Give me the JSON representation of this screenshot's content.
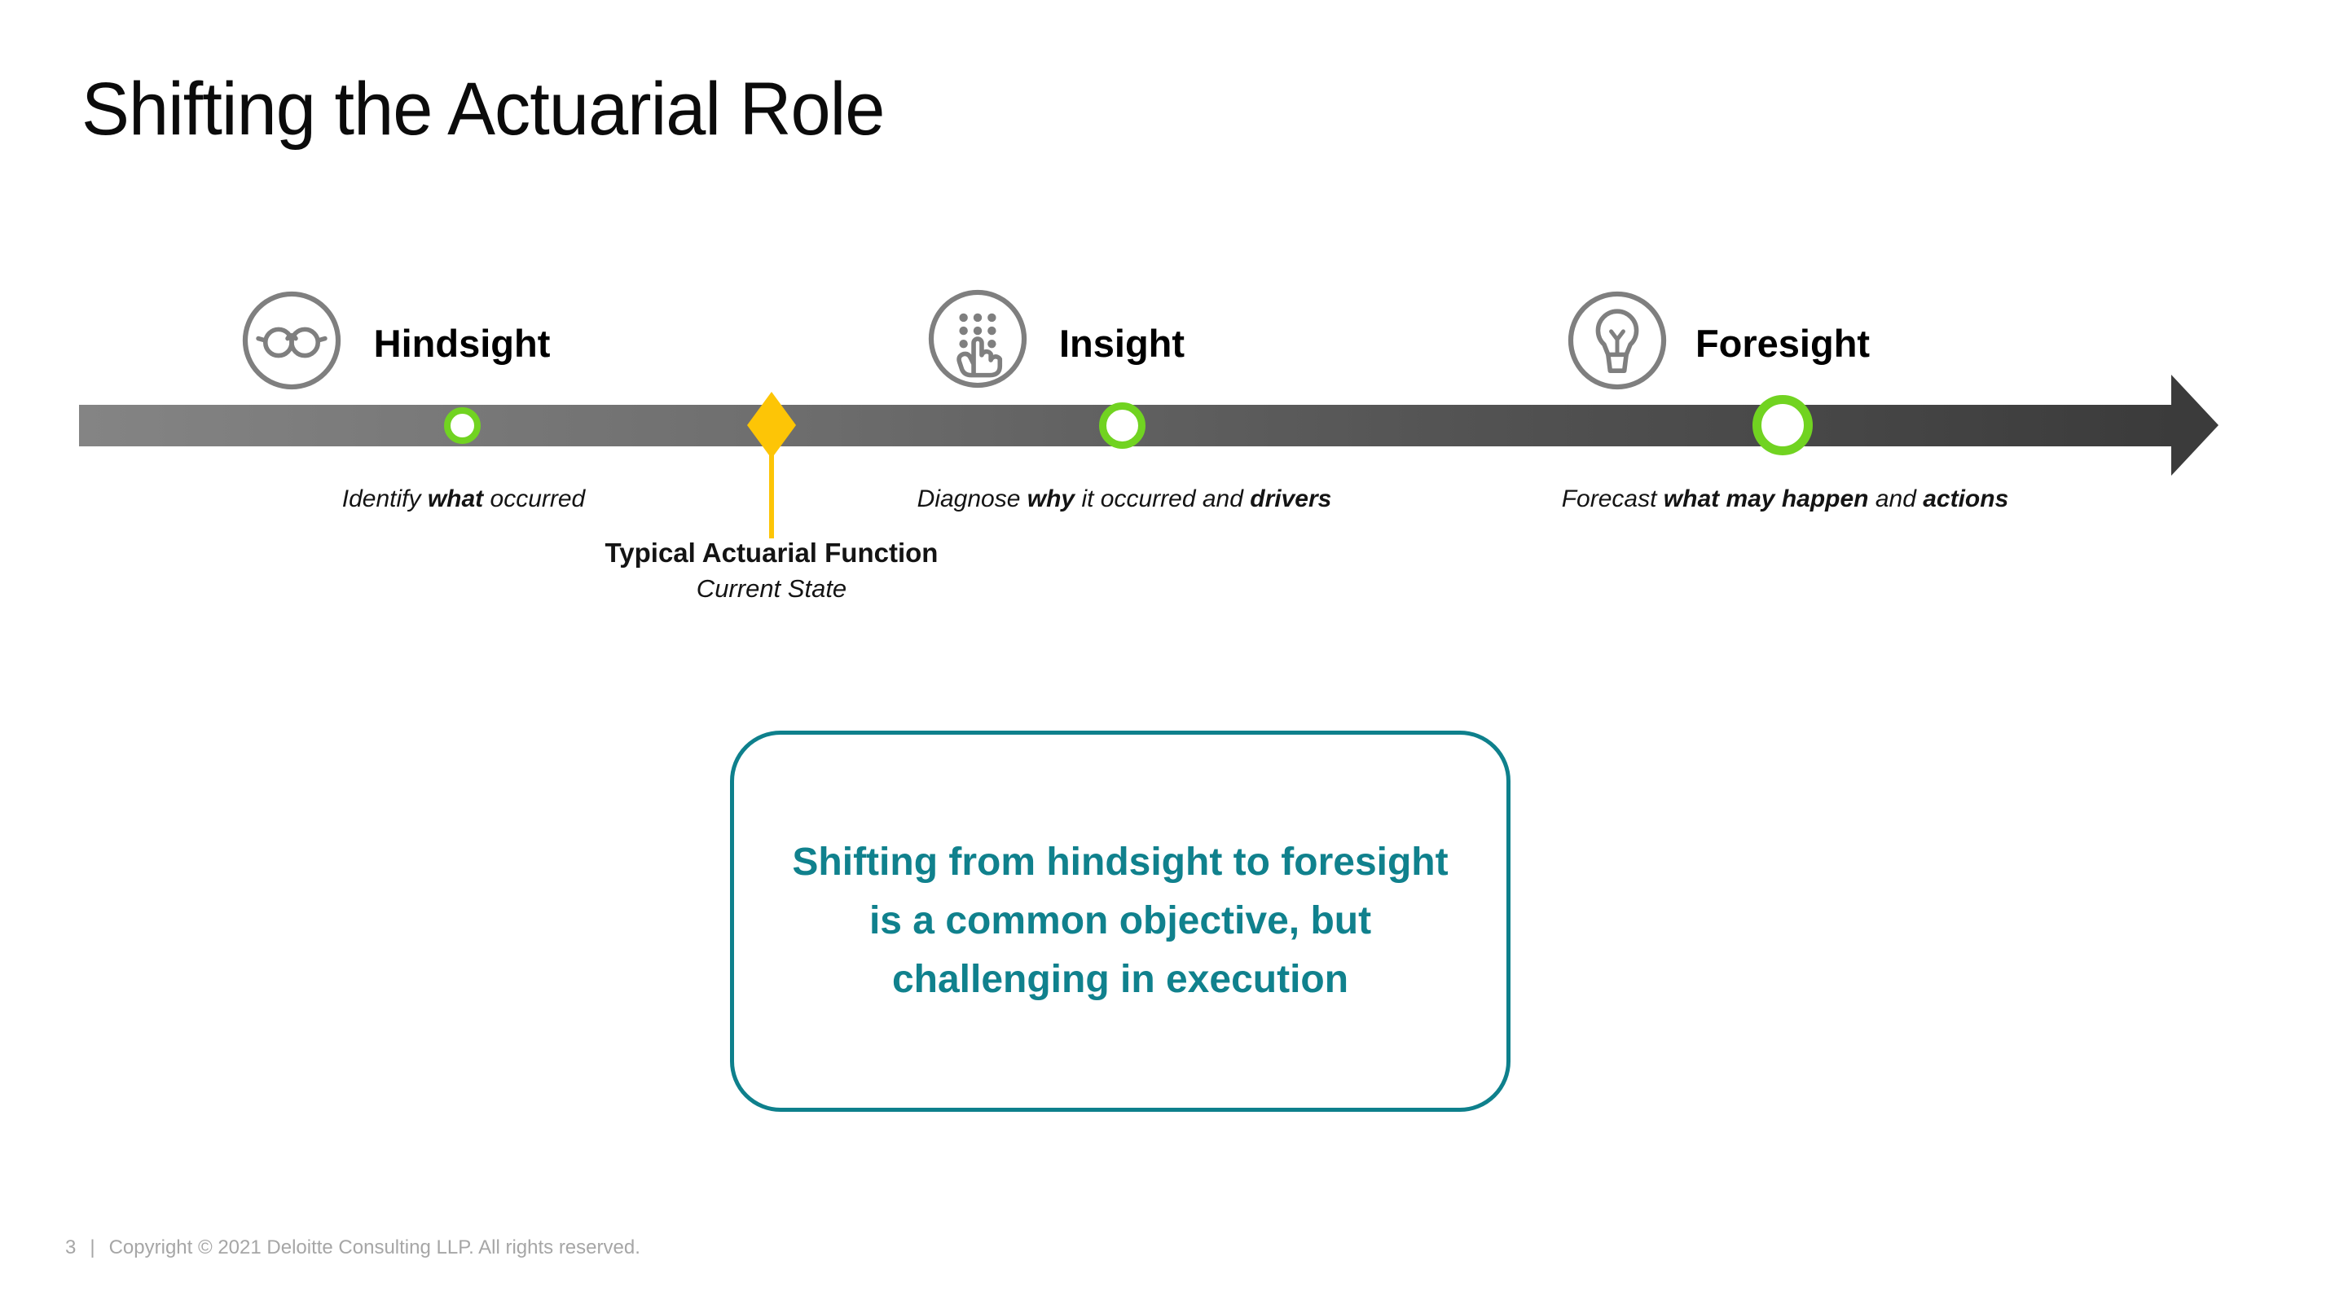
{
  "slide": {
    "title": "Shifting the Actuarial Role",
    "stages": [
      {
        "label": "Hindsight",
        "icon": "glasses-icon",
        "caption": [
          "Identify ",
          "what",
          " occurred"
        ]
      },
      {
        "label": "Insight",
        "icon": "tap-data-icon",
        "caption": [
          "Diagnose ",
          "why",
          " it occurred and ",
          "drivers"
        ]
      },
      {
        "label": "Foresight",
        "icon": "lightbulb-icon",
        "caption": [
          "Forecast ",
          "what may happen",
          " and ",
          "actions"
        ]
      }
    ],
    "milestone": {
      "title": "Typical Actuarial Function",
      "subtitle": "Current State"
    },
    "callout": {
      "lines": [
        "Shifting from hindsight to foresight",
        "is a common objective, but",
        "challenging in execution"
      ]
    },
    "footer": {
      "page_number": "3",
      "divider": "|",
      "copyright": "Copyright © 2021 Deloitte Consulting LLP. All rights reserved."
    },
    "colors": {
      "marker_green": "#71d321",
      "milestone_gold": "#fdc506",
      "callout_teal": "#0e808c",
      "bar_gradient_start": "#848484",
      "bar_gradient_end": "#3b3b3b",
      "icon_gray": "#7f7f7f"
    }
  }
}
